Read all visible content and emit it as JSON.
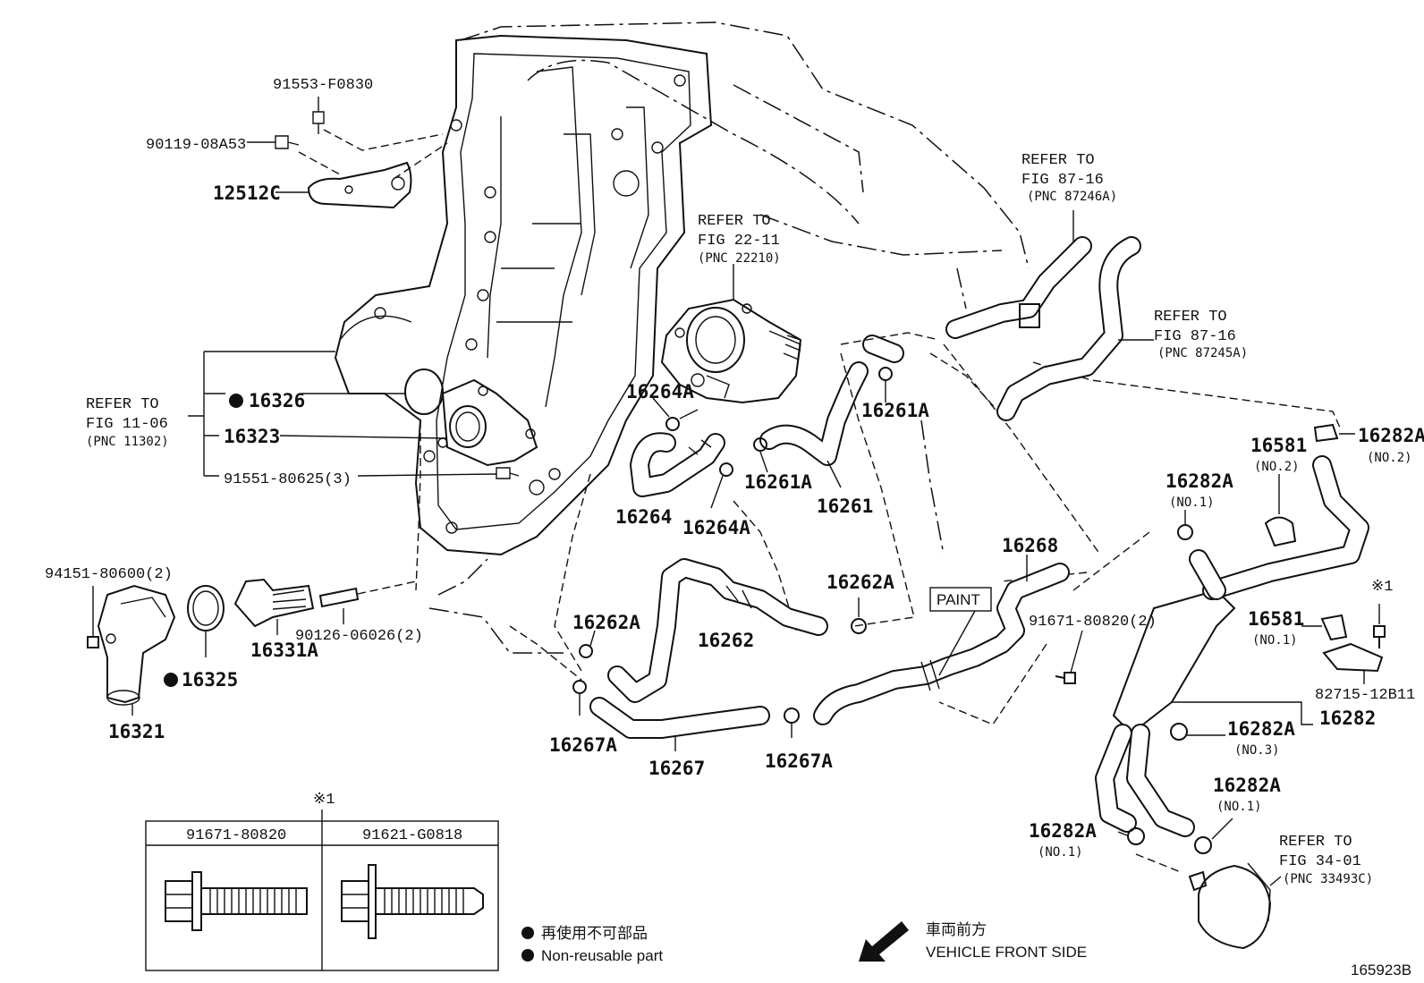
{
  "labels": {
    "p91553": "91553-F0830",
    "p90119": "90119-08A53",
    "p12512c": "12512C",
    "refer_fig1106": [
      "REFER TO",
      "FIG 11-06",
      "(PNC 11302)"
    ],
    "p16326": "16326",
    "p16323": "16323",
    "p91551": "91551-80625(3)",
    "p94151": "94151-80600(2)",
    "p16325": "16325",
    "p16331a": "16331A",
    "p90126": "90126-06026(2)",
    "p16321": "16321",
    "refer_fig2211": [
      "REFER TO",
      "FIG 22-11",
      "(PNC 22210)"
    ],
    "p16264a_top": "16264A",
    "p16264": "16264",
    "p16264a_bot": "16264A",
    "p16261a_top": "16261A",
    "p16261a_mid": "16261A",
    "p16261": "16261",
    "refer_fig8716a": [
      "REFER TO",
      "FIG 87-16",
      "(PNC 87246A)"
    ],
    "refer_fig8716b": [
      "REFER TO",
      "FIG 87-16",
      "(PNC 87245A)"
    ],
    "p16282a_no2": [
      "16282A",
      "(NO.2)"
    ],
    "p16581_no2": [
      "16581",
      "(NO.2)"
    ],
    "p16282a_no1_top": [
      "16282A",
      "(NO.1)"
    ],
    "p16268": "16268",
    "p16262a_right": "16262A",
    "paint": "PAINT",
    "p91671": "91671-80820(2)",
    "p16262a_left": "16262A",
    "p16262": "16262",
    "p16267a_left": "16267A",
    "p16267": "16267",
    "p16267a_right": "16267A",
    "mark1_right": "※1",
    "p16581_no1": [
      "16581",
      "(NO.1)"
    ],
    "p82715": "82715-12B11",
    "p16282": "16282",
    "p16282a_no3": [
      "16282A",
      "(NO.3)"
    ],
    "p16282a_no1_mid": [
      "16282A",
      "(NO.1)"
    ],
    "p16282a_no1_left": [
      "16282A",
      "(NO.1)"
    ],
    "refer_fig3401": [
      "REFER TO",
      "FIG 34-01",
      "(PNC 33493C)"
    ]
  },
  "table": {
    "mark": "※1",
    "headers": [
      "91671-80820",
      "91621-G0818"
    ]
  },
  "legend": {
    "jp": "再使用不可部品",
    "en": "Non-reusable part"
  },
  "direction": {
    "jp": "車両前方",
    "en": "VEHICLE FRONT SIDE"
  },
  "figure_number": "165923B"
}
